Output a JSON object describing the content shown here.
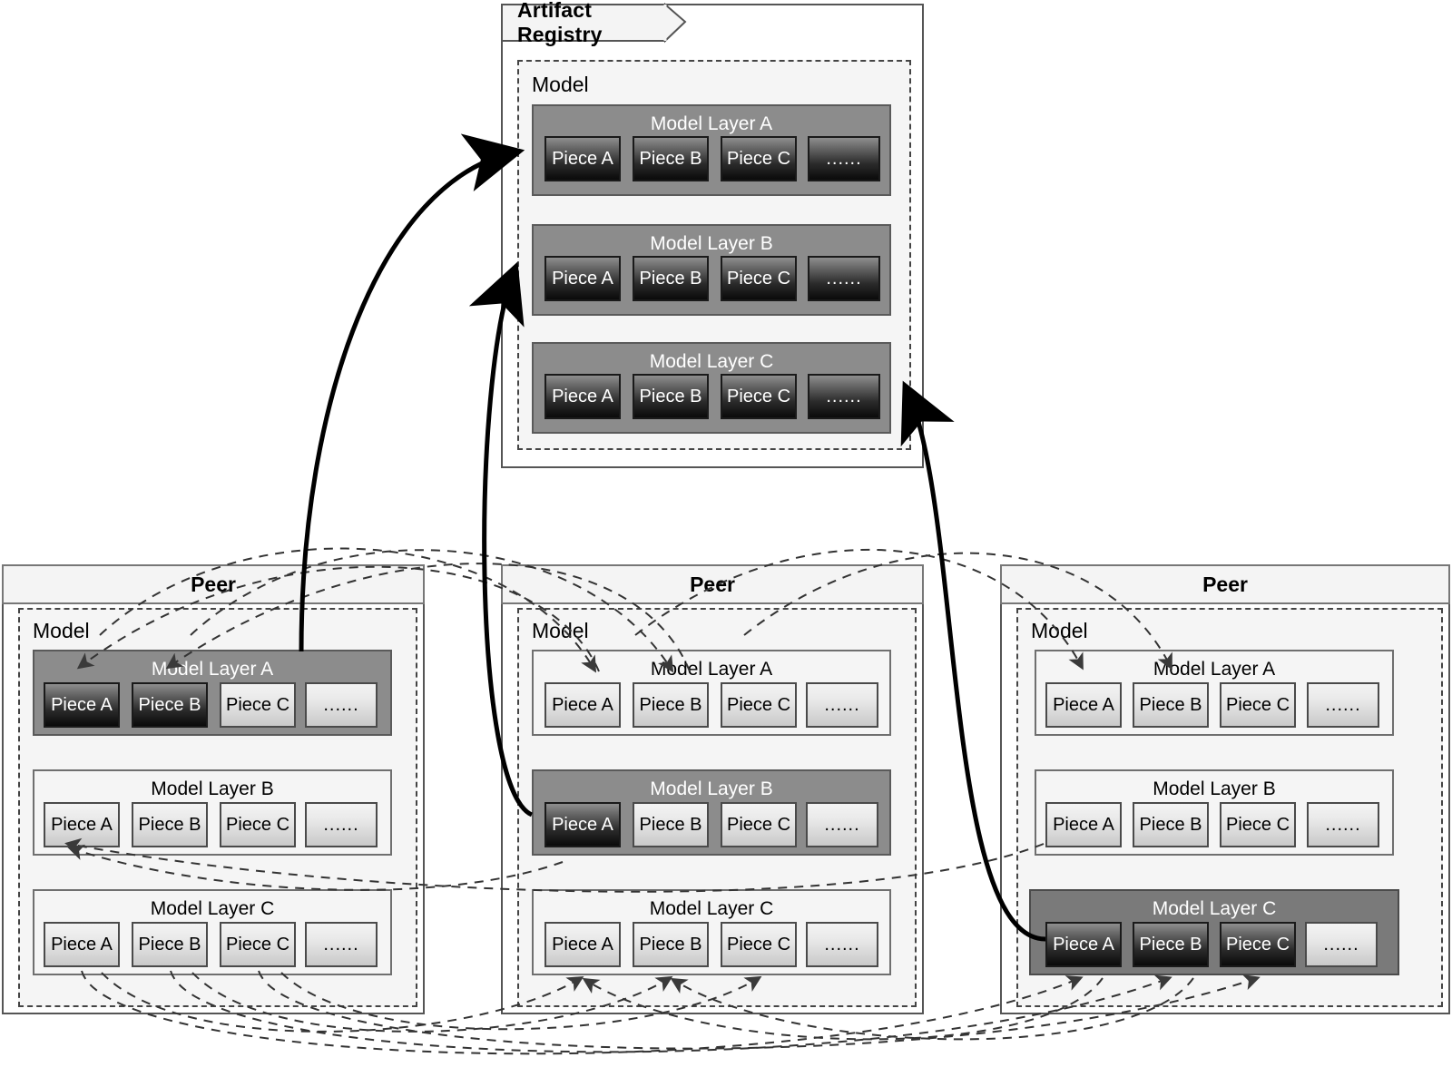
{
  "registry": {
    "title": "Artifact Registry",
    "model_label": "Model",
    "layers": [
      {
        "name": "Model Layer A",
        "highlight": true,
        "pieces": [
          {
            "label": "Piece A",
            "dark": true
          },
          {
            "label": "Piece B",
            "dark": true
          },
          {
            "label": "Piece C",
            "dark": true
          },
          {
            "label": "......",
            "dark": true
          }
        ]
      },
      {
        "name": "Model Layer B",
        "highlight": true,
        "pieces": [
          {
            "label": "Piece A",
            "dark": true
          },
          {
            "label": "Piece B",
            "dark": true
          },
          {
            "label": "Piece C",
            "dark": true
          },
          {
            "label": "......",
            "dark": true
          }
        ]
      },
      {
        "name": "Model Layer C",
        "highlight": true,
        "pieces": [
          {
            "label": "Piece A",
            "dark": true
          },
          {
            "label": "Piece B",
            "dark": true
          },
          {
            "label": "Piece C",
            "dark": true
          },
          {
            "label": "......",
            "dark": true
          }
        ]
      }
    ]
  },
  "peers": [
    {
      "title": "Peer",
      "model_label": "Model",
      "layers": [
        {
          "name": "Model Layer A",
          "highlight": true,
          "pieces": [
            {
              "label": "Piece A",
              "dark": true
            },
            {
              "label": "Piece B",
              "dark": true
            },
            {
              "label": "Piece C",
              "dark": false
            },
            {
              "label": "......",
              "dark": false
            }
          ]
        },
        {
          "name": "Model Layer B",
          "highlight": false,
          "pieces": [
            {
              "label": "Piece A",
              "dark": false
            },
            {
              "label": "Piece B",
              "dark": false
            },
            {
              "label": "Piece C",
              "dark": false
            },
            {
              "label": "......",
              "dark": false
            }
          ]
        },
        {
          "name": "Model Layer C",
          "highlight": false,
          "pieces": [
            {
              "label": "Piece A",
              "dark": false
            },
            {
              "label": "Piece B",
              "dark": false
            },
            {
              "label": "Piece C",
              "dark": false
            },
            {
              "label": "......",
              "dark": false
            }
          ]
        }
      ]
    },
    {
      "title": "Peer",
      "model_label": "Model",
      "layers": [
        {
          "name": "Model Layer A",
          "highlight": false,
          "pieces": [
            {
              "label": "Piece A",
              "dark": false
            },
            {
              "label": "Piece B",
              "dark": false
            },
            {
              "label": "Piece C",
              "dark": false
            },
            {
              "label": "......",
              "dark": false
            }
          ]
        },
        {
          "name": "Model Layer B",
          "highlight": true,
          "pieces": [
            {
              "label": "Piece A",
              "dark": true
            },
            {
              "label": "Piece B",
              "dark": false
            },
            {
              "label": "Piece C",
              "dark": false
            },
            {
              "label": "......",
              "dark": false
            }
          ]
        },
        {
          "name": "Model Layer C",
          "highlight": false,
          "pieces": [
            {
              "label": "Piece A",
              "dark": false
            },
            {
              "label": "Piece B",
              "dark": false
            },
            {
              "label": "Piece C",
              "dark": false
            },
            {
              "label": "......",
              "dark": false
            }
          ]
        }
      ]
    },
    {
      "title": "Peer",
      "model_label": "Model",
      "layers": [
        {
          "name": "Model Layer A",
          "highlight": false,
          "pieces": [
            {
              "label": "Piece A",
              "dark": false
            },
            {
              "label": "Piece B",
              "dark": false
            },
            {
              "label": "Piece C",
              "dark": false
            },
            {
              "label": "......",
              "dark": false
            }
          ]
        },
        {
          "name": "Model Layer B",
          "highlight": false,
          "pieces": [
            {
              "label": "Piece A",
              "dark": false
            },
            {
              "label": "Piece B",
              "dark": false
            },
            {
              "label": "Piece C",
              "dark": false
            },
            {
              "label": "......",
              "dark": false
            }
          ]
        },
        {
          "name": "Model Layer C",
          "highlight": true,
          "pieces": [
            {
              "label": "Piece A",
              "dark": true
            },
            {
              "label": "Piece B",
              "dark": true
            },
            {
              "label": "Piece C",
              "dark": true
            },
            {
              "label": "......",
              "dark": false
            }
          ]
        }
      ]
    }
  ],
  "colors": {
    "highlight_layer": "#8c8c8c",
    "highlight_layer_dark": "#7a7a7a",
    "normal_layer": "#f5f5f5",
    "panel": "#f4f4f4",
    "border": "#555555",
    "arrow_solid": "#000000",
    "arrow_dashed": "#333333"
  }
}
